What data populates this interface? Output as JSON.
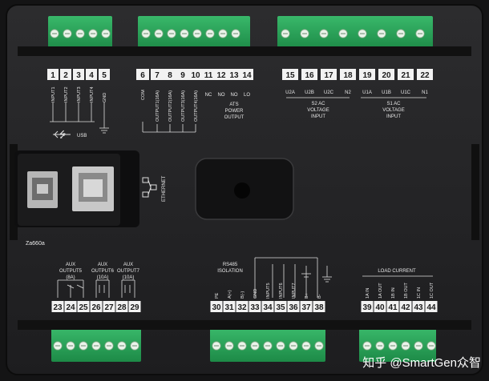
{
  "top_terminals": [
    {
      "num": "1",
      "label": "INPUT1"
    },
    {
      "num": "2",
      "label": "INPUT2"
    },
    {
      "num": "3",
      "label": "INPUT3"
    },
    {
      "num": "4",
      "label": "INPUT4"
    },
    {
      "num": "5",
      "label": "GND"
    },
    {
      "num": "6",
      "label": "COM"
    },
    {
      "num": "7",
      "label": "OUTPUT1(16A)"
    },
    {
      "num": "8",
      "label": "OUTPUT2(16A)"
    },
    {
      "num": "9",
      "label": "OUTPUT3(16A)"
    },
    {
      "num": "10",
      "label": "OUTPUT4(16A)"
    },
    {
      "num": "11",
      "label": "NC"
    },
    {
      "num": "12",
      "label": "NO"
    },
    {
      "num": "13",
      "label": "NO"
    },
    {
      "num": "14",
      "label": "LO"
    },
    {
      "num": "15",
      "label": "U2A"
    },
    {
      "num": "16",
      "label": "U2B"
    },
    {
      "num": "17",
      "label": "U2C"
    },
    {
      "num": "18",
      "label": "N2"
    },
    {
      "num": "19",
      "label": "U1A"
    },
    {
      "num": "20",
      "label": "U1B"
    },
    {
      "num": "21",
      "label": "U1C"
    },
    {
      "num": "22",
      "label": "N1"
    }
  ],
  "bottom_terminals": [
    {
      "num": "23"
    },
    {
      "num": "24"
    },
    {
      "num": "25"
    },
    {
      "num": "26"
    },
    {
      "num": "27"
    },
    {
      "num": "28"
    },
    {
      "num": "29"
    },
    {
      "num": "30",
      "label": "PE"
    },
    {
      "num": "31",
      "label": "A(+)"
    },
    {
      "num": "32",
      "label": "B(-)"
    },
    {
      "num": "33",
      "label": "GND"
    },
    {
      "num": "34",
      "label": "INPUT5"
    },
    {
      "num": "35",
      "label": "INPUT6"
    },
    {
      "num": "36",
      "label": "INPUT7"
    },
    {
      "num": "37",
      "label": "B+"
    },
    {
      "num": "38",
      "label": "B-"
    },
    {
      "num": "39",
      "label": "1A IN"
    },
    {
      "num": "40",
      "label": "1A OUT"
    },
    {
      "num": "41",
      "label": "1B IN"
    },
    {
      "num": "42",
      "label": "1B OUT"
    },
    {
      "num": "43",
      "label": "1C IN"
    },
    {
      "num": "44",
      "label": "1C OUT"
    }
  ],
  "groups": {
    "ats_power_output": [
      "ATS",
      "POWER",
      "OUTPUT"
    ],
    "s2_ac_voltage_input": [
      "S2 AC",
      "VOLTAGE",
      "INPUT"
    ],
    "s1_ac_voltage_input": [
      "S1 AC",
      "VOLTAGE",
      "INPUT"
    ],
    "aux_output5": [
      "AUX",
      "OUTPUT5",
      "(8A)"
    ],
    "aux_output6": [
      "AUX",
      "OUTPUT6",
      "(10A)"
    ],
    "aux_output7": [
      "AUX",
      "OUTPUT7",
      "(10A)"
    ],
    "rs485_isolation": [
      "RS485",
      "ISOLATION"
    ],
    "load_current": "LOAD CURRENT"
  },
  "usb_label": "USB",
  "ethernet_label": "ETHERNET",
  "model": "Za660a",
  "watermark": "知乎 @SmartGen众智"
}
